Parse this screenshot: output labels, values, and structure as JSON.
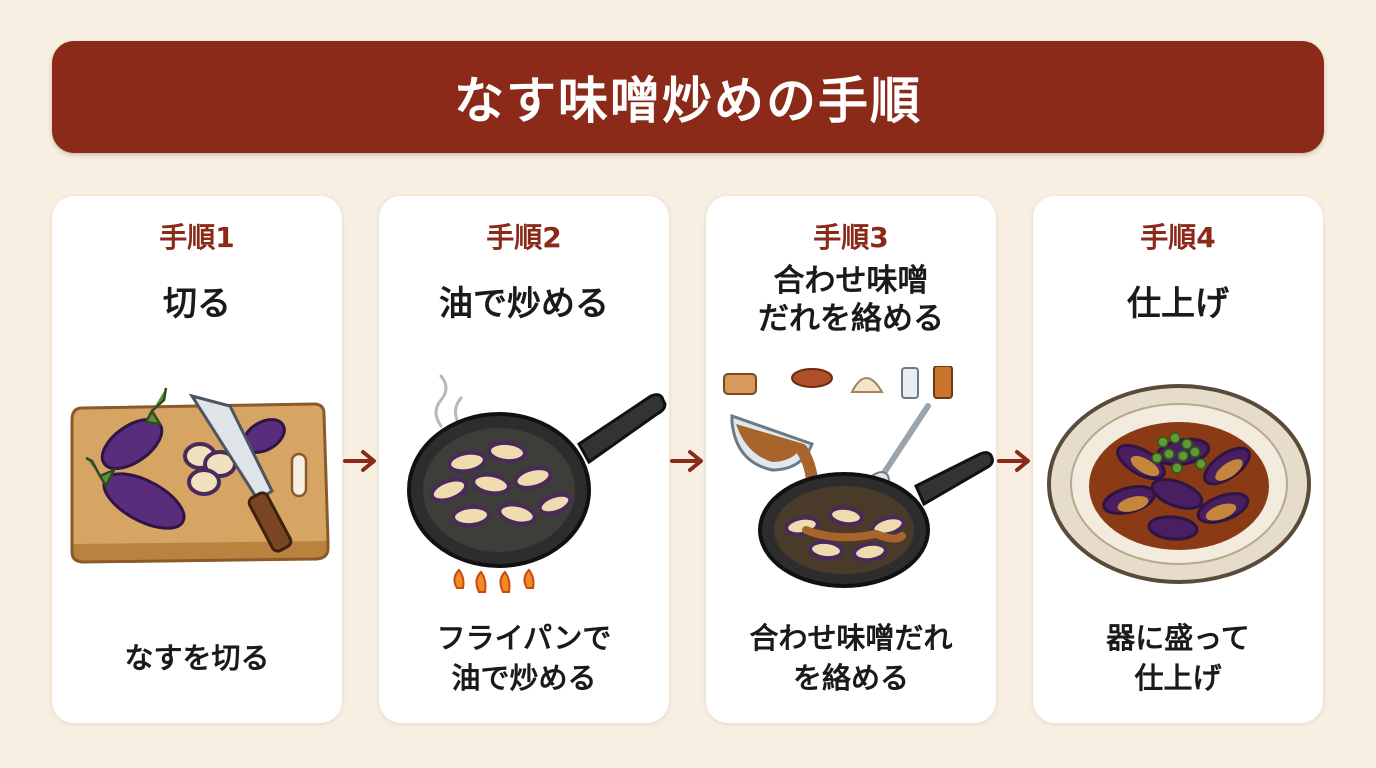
{
  "title": "なす味噌炒めの手順",
  "steps": [
    {
      "label": "手順1",
      "name_lines": [
        "切る"
      ],
      "desc_lines": [
        "なすを切る"
      ]
    },
    {
      "label": "手順2",
      "name_lines": [
        "油で炒める"
      ],
      "desc_lines": [
        "フライパンで",
        "油で炒める"
      ]
    },
    {
      "label": "手順3",
      "name_lines": [
        "合わせ味噌",
        "だれを絡める"
      ],
      "desc_lines": [
        "合わせ味噌だれ",
        "を絡める"
      ]
    },
    {
      "label": "手順4",
      "name_lines": [
        "仕上げ"
      ],
      "desc_lines": [
        "器に盛って",
        "仕上げ"
      ]
    }
  ],
  "colors": {
    "background": "#f6efe2",
    "title_bar": "#8b2a18",
    "step_label": "#8b2a18",
    "arrow": "#8b2a18",
    "card": "#ffffff"
  },
  "icons": [
    "eggplant-cutting-board-icon",
    "frying-pan-icon",
    "sauce-pour-icon",
    "finished-dish-icon",
    "arrow-right-icon"
  ]
}
